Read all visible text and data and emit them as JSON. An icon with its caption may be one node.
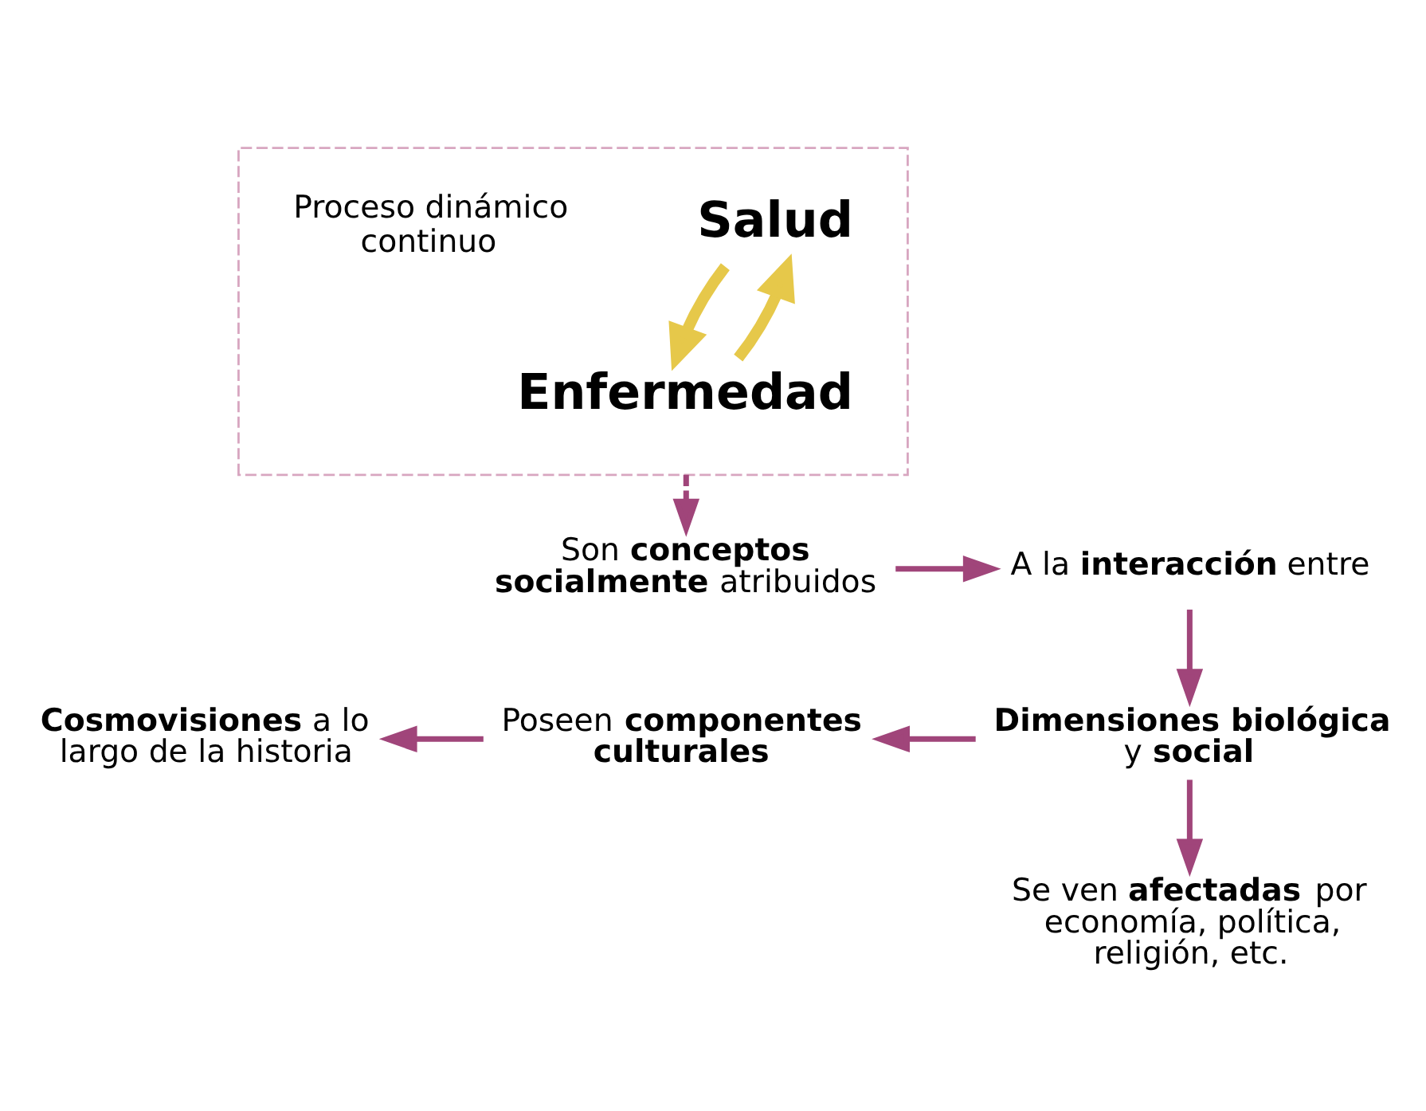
{
  "diagram": {
    "nodes": [
      {
        "text": [],
        "shape": "box"
      },
      {
        "text": [
          "Salud"
        ],
        "in": 0
      },
      {
        "text": [
          "Proceso dinámico continuo"
        ],
        "in": 0
      },
      {
        "text": [
          "Enfermedad"
        ],
        "in": 0
      },
      {
        "text": [
          "Son **conceptos socialmente** atribuidos"
        ]
      },
      {
        "text": [
          "A la **interacción** entre"
        ]
      },
      {
        "text": [
          "**Dimensiones biológica** y **social**"
        ]
      },
      {
        "text": [
          "Se ven **afectadas** por economía, política, religión, etc."
        ]
      },
      {
        "text": [
          "Poseen **componentes culturales**"
        ]
      },
      {
        "text": [
          "**Cosmovisiones** a lo largo de la historia"
        ]
      }
    ],
    "edges": [
      {
        "from": 1,
        "to": 3,
        "arrow": "to",
        "style": "thick",
        "color": "#e6c84a"
      },
      {
        "from": 3,
        "to": 1,
        "arrow": "to",
        "style": "thick",
        "color": "#e6c84a"
      },
      {
        "from": 0,
        "to": 4,
        "arrow": "to",
        "style": "dashed"
      },
      {
        "from": 4,
        "to": 5,
        "arrow": "to"
      },
      {
        "from": 5,
        "to": 6,
        "arrow": "to"
      },
      {
        "from": 6,
        "to": 7,
        "arrow": "to"
      },
      {
        "from": 6,
        "to": 8,
        "arrow": "to"
      },
      {
        "from": 8,
        "to": 9,
        "arrow": "to"
      }
    ]
  }
}
